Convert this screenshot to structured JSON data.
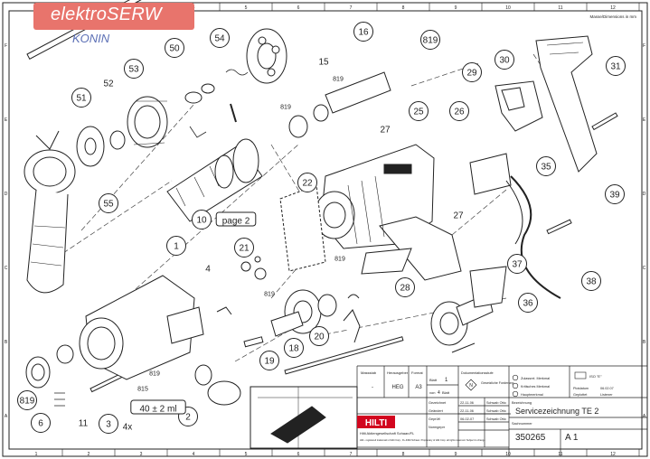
{
  "logo": {
    "brand": "elektroSERW",
    "city": "KONIN"
  },
  "header_note": "Masse/Dimensions in mm",
  "frame": {
    "columns": [
      "1",
      "2",
      "3",
      "4",
      "5",
      "6",
      "7",
      "8",
      "9",
      "10",
      "11",
      "12"
    ],
    "rows": [
      "A",
      "B",
      "C",
      "D",
      "E",
      "F"
    ]
  },
  "callouts": [
    {
      "id": "c1",
      "label": "1"
    },
    {
      "id": "c2",
      "label": "2"
    },
    {
      "id": "c3",
      "label": "3"
    },
    {
      "id": "c4",
      "label": "4"
    },
    {
      "id": "c6",
      "label": "6"
    },
    {
      "id": "c10",
      "label": "10"
    },
    {
      "id": "c11",
      "label": "11"
    },
    {
      "id": "c15",
      "label": "15"
    },
    {
      "id": "c16",
      "label": "16"
    },
    {
      "id": "c18",
      "label": "18"
    },
    {
      "id": "c19",
      "label": "19"
    },
    {
      "id": "c20",
      "label": "20"
    },
    {
      "id": "c21",
      "label": "21"
    },
    {
      "id": "c22",
      "label": "22"
    },
    {
      "id": "c25",
      "label": "25"
    },
    {
      "id": "c26",
      "label": "26"
    },
    {
      "id": "c27a",
      "label": "27"
    },
    {
      "id": "c27b",
      "label": "27"
    },
    {
      "id": "c28",
      "label": "28"
    },
    {
      "id": "c29",
      "label": "29"
    },
    {
      "id": "c30",
      "label": "30"
    },
    {
      "id": "c31",
      "label": "31"
    },
    {
      "id": "c35",
      "label": "35"
    },
    {
      "id": "c36",
      "label": "36"
    },
    {
      "id": "c37",
      "label": "37"
    },
    {
      "id": "c38",
      "label": "38"
    },
    {
      "id": "c39",
      "label": "39"
    },
    {
      "id": "c50",
      "label": "50"
    },
    {
      "id": "c51",
      "label": "51"
    },
    {
      "id": "c52",
      "label": "52"
    },
    {
      "id": "c53",
      "label": "53"
    },
    {
      "id": "c54",
      "label": "54"
    },
    {
      "id": "c55",
      "label": "55"
    },
    {
      "id": "c819a",
      "label": "819"
    },
    {
      "id": "c819b",
      "label": "819"
    },
    {
      "id": "c819c",
      "label": "819"
    },
    {
      "id": "c819d",
      "label": "819"
    },
    {
      "id": "c819e",
      "label": "819"
    },
    {
      "id": "c819f",
      "label": "819"
    },
    {
      "id": "c819g",
      "label": "819"
    },
    {
      "id": "c815",
      "label": "815"
    },
    {
      "id": "cpage",
      "label": "page 2"
    },
    {
      "id": "ctorque",
      "label": "40 ± 2 ml"
    },
    {
      "id": "c4x",
      "label": "4x"
    }
  ],
  "title_block": {
    "massstab_label": "Massstab",
    "massstab_value": "-",
    "herausgeber_label": "Herausgeber",
    "herausgeber_value": "HEG",
    "format_label": "Format",
    "format_value": "A3",
    "blatt_label": "Blatt",
    "blatt_value": "1",
    "von_label": "von",
    "von_value": "4",
    "blatt2_label": "Blatt",
    "doc_label": "Dokumentationsstufe",
    "doc_flag": "N",
    "doc_req": "Gesetzliche Forderung",
    "zul_label": "Zulassrel. Merkmal",
    "krit_label": "Kritisches Merkmal",
    "haupt_label": "Hauptmerkmal",
    "iso_label": "ISO \"E\"",
    "plotdatum_label": "Plotdatum",
    "plotdatum_value": "06.02.07",
    "geplottet_label": "Geplottet",
    "geplottet_value": "Listener",
    "rows": [
      {
        "label": "Gezeichnet",
        "date": "22-11-06",
        "name": "Schwab Otto"
      },
      {
        "label": "Geändert",
        "date": "22-11-06",
        "name": "Schwab Otto"
      },
      {
        "label": "Geprüft",
        "date": "06-02-07",
        "name": "Schwab Otto"
      },
      {
        "label": "Normgeprr",
        "date": "",
        "name": ""
      }
    ],
    "bezeichnung_label": "Bezeichnung",
    "bezeichnung_value": "Servicezeichnung TE 2",
    "sachnummer_label": "Sachnummer",
    "sachnummer_value": "350265",
    "index_value": "A 1",
    "brand": "HILTI",
    "company": "Hilti Aktiengesellschaft Schaan/FL",
    "legal": "Hilti - registered trademark of Hilti Corp., FL-9494 Schaan. Proprietary of Hilti Corp. all rights reserved. Subject to change"
  },
  "colors": {
    "ink": "#222222",
    "logo_bg": "#e8746c",
    "logo_sub": "#5b6fb5",
    "hilti": "#d2051e"
  }
}
